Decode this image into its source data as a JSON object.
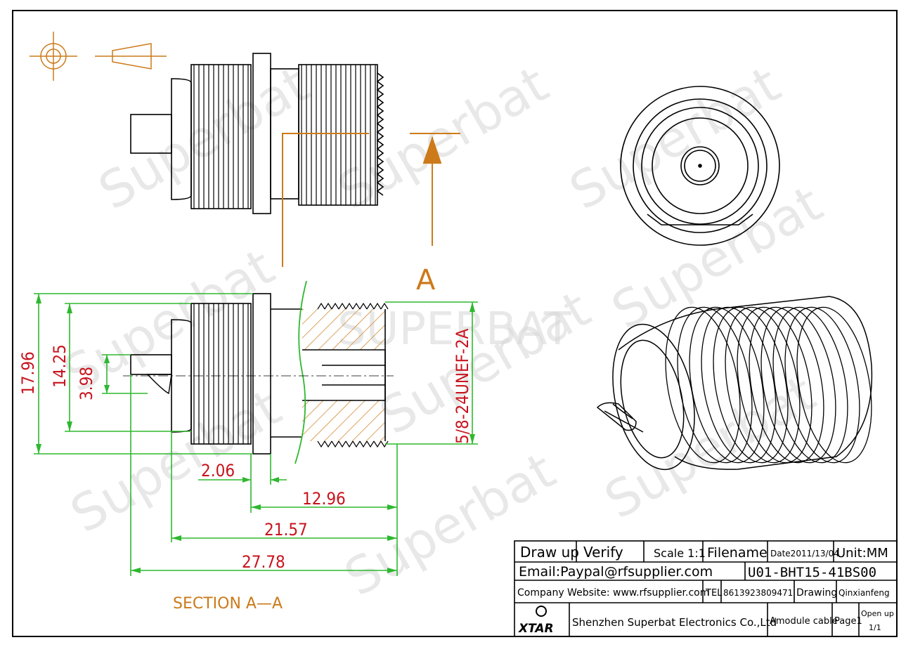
{
  "watermarks": {
    "repeat": "Superbat",
    "center": "SUPERBAT"
  },
  "section": {
    "cut_letter": "A",
    "caption": "SECTION  A—A"
  },
  "dimensions": {
    "overall_height": "17.96",
    "body_diameter": "14.25",
    "pin_diameter": "3.98",
    "thread_spec": "5/8-24UNEF-2A",
    "flange": "2.06",
    "thread_length": "12.96",
    "body_length": "21.57",
    "overall_length": "27.78"
  },
  "title_block": {
    "draw_up": "Draw up",
    "verify": "Verify",
    "scale": "Scale 1:1",
    "filename": "Filename",
    "date": "Date2011/13/04",
    "unit": "Unit:MM",
    "email": "Email:Paypal@rfsupplier.com",
    "part_number": "U01-BHT15-41BS00",
    "website": "Company Website:  www.rfsupplier.com",
    "tel_label": "TEL",
    "tel_value": "8613923809471",
    "drawing_label": "Drawing",
    "drawing_by": "Qinxianfeng",
    "company": "Shenzhen Superbat Electronics Co.,Ltd",
    "product": "Amodule cable",
    "page": "Page1",
    "open_up": "Open up",
    "open_up_count": "1/1",
    "logo_text": "XTAR"
  },
  "colors": {
    "dimension": "#c8141e",
    "dimension_line": "#2eb82e",
    "section_line": "#cc7a1a",
    "outline": "#000000",
    "hatch": "#cc7a1a"
  }
}
